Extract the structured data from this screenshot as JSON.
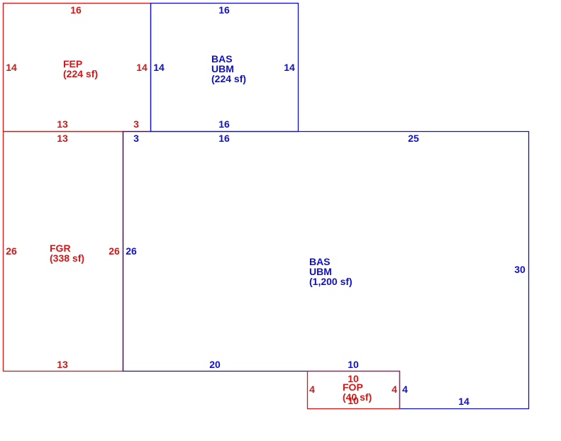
{
  "colors": {
    "living": "#1010c8",
    "other": "#d01818"
  },
  "areas": [
    {
      "id": "fep",
      "color_key": "other",
      "label_lines": [
        "FEP",
        "(224 sf)"
      ],
      "dimensions": [
        "16",
        "14",
        "14",
        "13",
        "3"
      ]
    },
    {
      "id": "bas-upper",
      "color_key": "living",
      "label_lines": [
        "BAS",
        "UBM",
        "(224 sf)"
      ],
      "dimensions": [
        "16",
        "14",
        "14",
        "16"
      ]
    },
    {
      "id": "fgr",
      "color_key": "other",
      "label_lines": [
        "FGR",
        "(338 sf)"
      ],
      "dimensions": [
        "13",
        "26",
        "26",
        "13"
      ]
    },
    {
      "id": "bas-main",
      "color_key": "living",
      "label_lines": [
        "BAS",
        "UBM",
        "(1,200 sf)"
      ],
      "dimensions": [
        "3",
        "16",
        "25",
        "26",
        "30",
        "20",
        "10",
        "4",
        "14"
      ]
    },
    {
      "id": "fop",
      "color_key": "other",
      "label_lines": [
        "FOP",
        "(40 sf)"
      ],
      "dimensions": [
        "10",
        "4",
        "4",
        "10"
      ]
    }
  ]
}
